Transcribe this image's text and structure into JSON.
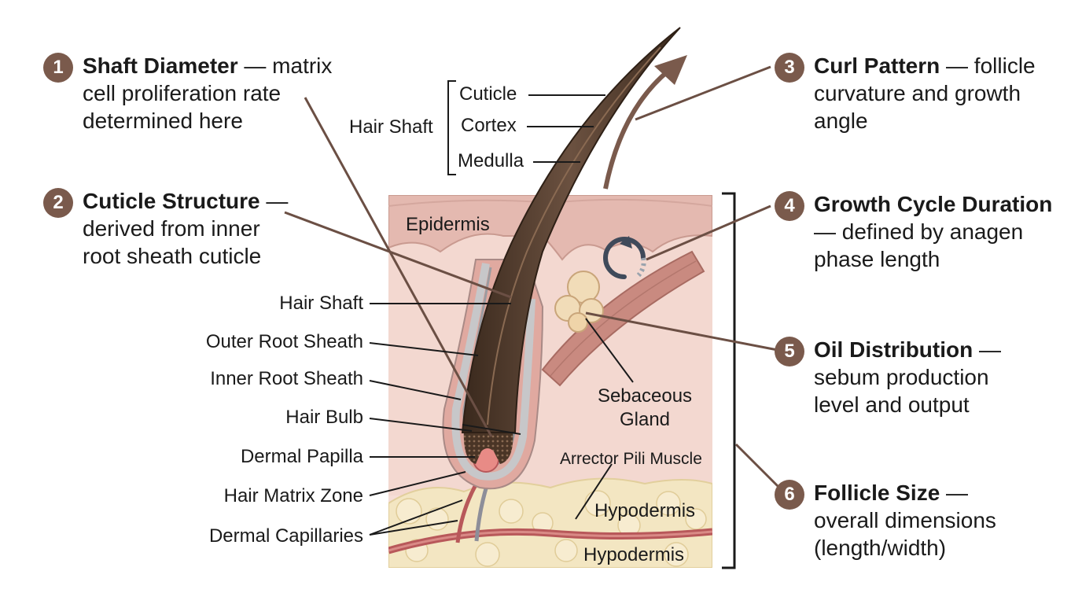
{
  "callouts": [
    {
      "number": "1",
      "title": "Shaft Diameter",
      "rest": " — matrix",
      "lines": [
        "cell proliferation rate",
        "determined here"
      ]
    },
    {
      "number": "2",
      "title": "Cuticle Structure",
      "rest": " —",
      "lines": [
        "derived from inner",
        "root sheath cuticle"
      ]
    },
    {
      "number": "3",
      "title": "Curl Pattern",
      "rest": " — follicle",
      "lines": [
        "curvature and growth",
        "angle"
      ]
    },
    {
      "number": "4",
      "title": "Growth Cycle Duration",
      "rest": "",
      "lines": [
        "— defined by anagen",
        "phase length"
      ]
    },
    {
      "number": "5",
      "title": "Oil Distribution",
      "rest": " —",
      "lines": [
        "sebum production",
        "level and output"
      ]
    },
    {
      "number": "6",
      "title": "Follicle Size",
      "rest": " —",
      "lines": [
        "overall dimensions",
        "(length/width)"
      ]
    }
  ],
  "shaft_labels": {
    "group": "Hair Shaft",
    "cuticle": "Cuticle",
    "cortex": "Cortex",
    "medulla": "Medulla"
  },
  "left_labels": [
    "Hair Shaft",
    "Outer Root Sheath",
    "Inner Root Sheath",
    "Hair Bulb",
    "Dermal Papilla",
    "Hair Matrix Zone",
    "Dermal Capillaries"
  ],
  "inner_labels": {
    "epidermis": "Epidermis",
    "sebaceous_line1": "Sebaceous",
    "sebaceous_line2": "Gland",
    "arrector": "Arrector Pili Muscle",
    "hypodermis_upper": "Hypodermis",
    "hypodermis_lower": "Hypodermis"
  },
  "colors": {
    "badge": "#7a5a4c",
    "hair": "#4a3526",
    "skin": "#f3d8d0",
    "epidermis": "#e4b9b0",
    "fat": "#f3e6c2",
    "muscle": "#c98a80",
    "leader": "#6b4f44"
  }
}
